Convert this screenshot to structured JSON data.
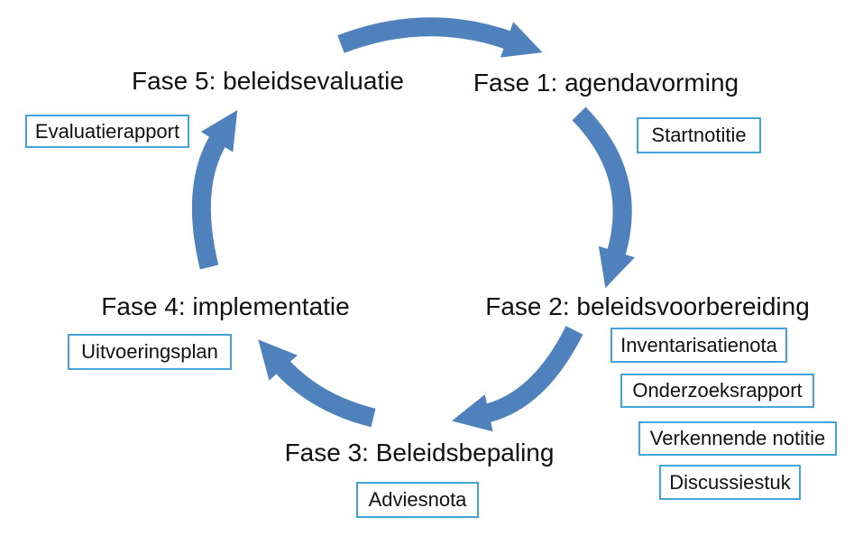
{
  "diagram": {
    "type": "cycle-diagram",
    "language": "nl",
    "colors": {
      "arrow": "#4f81bd",
      "box_border": "#44a3d9",
      "text": "#111111",
      "background": "#ffffff"
    },
    "phases": [
      {
        "label": "Fase 1: agendavorming",
        "documents": [
          "Startnotitie"
        ]
      },
      {
        "label": "Fase 2: beleidsvoorbereiding",
        "documents": [
          "Inventarisatienota",
          "Onderzoeksrapport",
          "Verkennende notitie",
          "Discussiestuk"
        ]
      },
      {
        "label": "Fase 3: Beleidsbepaling",
        "documents": [
          "Adviesnota"
        ]
      },
      {
        "label": "Fase 4: implementatie",
        "documents": [
          "Uitvoeringsplan"
        ]
      },
      {
        "label": "Fase 5: beleidsevaluatie",
        "documents": [
          "Evaluatierapport"
        ]
      }
    ],
    "arrows": [
      {
        "from": "Fase 5: beleidsevaluatie",
        "to": "Fase 1: agendavorming"
      },
      {
        "from": "Fase 1: agendavorming",
        "to": "Fase 2: beleidsvoorbereiding"
      },
      {
        "from": "Fase 2: beleidsvoorbereiding",
        "to": "Fase 3: Beleidsbepaling"
      },
      {
        "from": "Fase 3: Beleidsbepaling",
        "to": "Fase 4: implementatie"
      },
      {
        "from": "Fase 4: implementatie",
        "to": "Fase 5: beleidsevaluatie"
      }
    ]
  }
}
